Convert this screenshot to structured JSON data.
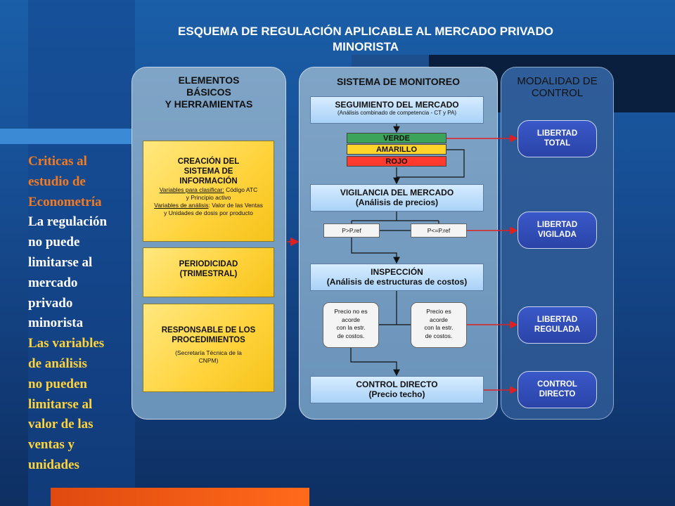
{
  "title": {
    "line1": "ESQUEMA DE REGULACIÓN APLICABLE AL MERCADO PRIVADO",
    "line2": "MINORISTA"
  },
  "side_text": {
    "orange": [
      "Criticas al",
      "estudio de",
      "Econometría"
    ],
    "white": [
      "La regulación",
      "no puede",
      "limitarse al",
      "mercado",
      "privado",
      "minorista"
    ],
    "yellow": [
      "Las variables",
      "de análisis",
      "no pueden",
      "limitarse al",
      "valor de las",
      "ventas y",
      "unidades"
    ]
  },
  "columns": {
    "basic": {
      "header": [
        "ELEMENTOS",
        "BÁSICOS",
        "Y HERRAMIENTAS"
      ],
      "info_box": {
        "title": [
          "CREACIÓN DEL",
          "SISTEMA DE",
          "INFORMACIÓN"
        ],
        "var_clas_label": "Variables para clasificar:",
        "var_clas_value": " Código ATC",
        "var_clas_value2": "y Principio activo",
        "var_anal_label": "Variables de análisis",
        "var_anal_value": ": Valor de las Ventas",
        "var_anal_value2": "y Unidades de dosis por producto"
      },
      "period_box": {
        "title": "PERIODICIDAD",
        "sub": "(TRIMESTRAL)"
      },
      "resp_box": {
        "title": [
          "RESPONSABLE DE LOS",
          "PROCEDIMIENTOS"
        ],
        "sub": [
          "(Secretaría Técnica de la",
          "CNPM)"
        ]
      }
    },
    "monitor": {
      "header": "SISTEMA DE MONITOREO",
      "seguimiento": {
        "title": "SEGUIMIENTO DEL MERCADO",
        "sub": "(Análisis combinado de competencia - CT y PA)"
      },
      "lights": {
        "verde": "VERDE",
        "amarillo": "AMARILLO",
        "rojo": "ROJO"
      },
      "vigilancia": {
        "title": "VIGILANCIA DEL MERCADO",
        "sub": "(Análisis de precios)"
      },
      "ref_gt": "P>P.ref",
      "ref_le": "P<=P.ref",
      "inspeccion": {
        "title": "INSPECCIÓN",
        "sub": "(Análisis de estructuras de costos)"
      },
      "precio_no": [
        "Precio no es",
        "acorde",
        "con la estr.",
        "de costos."
      ],
      "precio_si": [
        "Precio es",
        "acorde",
        "con la estr.",
        "de costos."
      ],
      "control": {
        "title": "CONTROL DIRECTO",
        "sub": "(Precio techo)"
      }
    },
    "control": {
      "header": [
        "MODALIDAD DE",
        "CONTROL"
      ],
      "pills": [
        [
          "LIBERTAD",
          "TOTAL"
        ],
        [
          "LIBERTAD",
          "VIGILADA"
        ],
        [
          "LIBERTAD",
          "REGULADA"
        ],
        [
          "CONTROL",
          "DIRECTO"
        ]
      ]
    }
  },
  "colors": {
    "background": "#174f95",
    "accent_orange": "#f47a20",
    "accent_yellow": "#ffd43a",
    "arrow_red": "#e02020",
    "pill_blue": "#2a44a8",
    "verde": "#3ca35a",
    "amarillo": "#ffd42a",
    "rojo": "#ff3b30"
  }
}
